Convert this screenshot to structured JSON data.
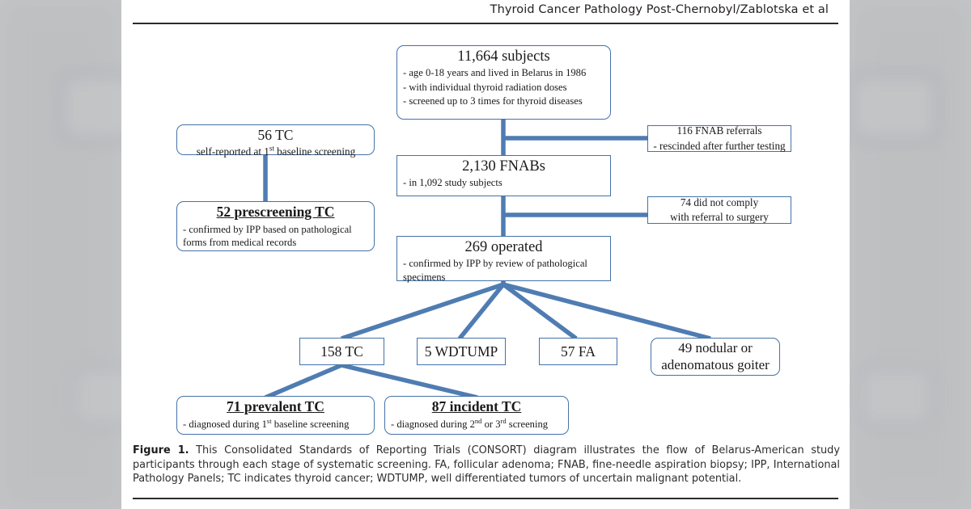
{
  "header": {
    "running_head": "Thyroid Cancer Pathology Post-Chernobyl/Zablotska et al"
  },
  "diagram": {
    "boxes": {
      "subjects": {
        "title": "11,664 subjects",
        "lines": [
          "- age 0-18 years and lived in Belarus in 1986",
          "- with individual thyroid radiation doses",
          "- screened up to 3 times for thyroid diseases"
        ]
      },
      "self_reported_tc": {
        "title": "56 TC",
        "subtitle_pre": "self-reported at 1",
        "subtitle_sup": "st",
        "subtitle_post": " baseline screening"
      },
      "fnab_referrals": {
        "line1": "116 FNAB referrals",
        "line2": "- rescinded after further testing"
      },
      "fnabs": {
        "title": "2,130 FNABs",
        "lines": [
          "- in 1,092 study subjects"
        ]
      },
      "not_comply": {
        "line1": "74 did not comply",
        "line2": "with referral to surgery"
      },
      "prescreening_tc": {
        "title": "52 prescreening TC",
        "lines": [
          "- confirmed by IPP based on pathological forms from medical records"
        ]
      },
      "operated": {
        "title": "269 operated",
        "lines": [
          "- confirmed by IPP by review of pathological specimens"
        ]
      },
      "tc_158": {
        "label": "158 TC"
      },
      "wdtump_5": {
        "label": "5 WDTUMP"
      },
      "fa_57": {
        "label": "57 FA"
      },
      "goiter_49": {
        "line1": "49 nodular or",
        "line2": "adenomatous goiter"
      },
      "prevalent_tc": {
        "title": "71 prevalent TC",
        "sub_pre": "- diagnosed during 1",
        "sub_sup": "st",
        "sub_post": " baseline screening"
      },
      "incident_tc": {
        "title": "87 incident TC",
        "sub_pre": "- diagnosed during 2",
        "sub_sup1": "nd",
        "sub_mid": " or 3",
        "sub_sup2": "rd",
        "sub_post": " screening"
      }
    },
    "colors": {
      "connector": "#4f7cb2",
      "box_border": "#4472a8",
      "rule": "#2b2b2b",
      "page_background": "#ffffff",
      "canvas_background": "#c4c5c7"
    }
  },
  "caption": {
    "label": "Figure 1.",
    "text": " This Consolidated Standards of Reporting Trials (CONSORT) diagram illustrates the flow of Belarus-American study participants through each stage of systematic screening. FA, follicular adenoma; FNAB, fine-needle aspiration biopsy; IPP, International Pathology Panels; TC indicates thyroid cancer; WDTUMP, well differentiated tumors of uncertain malignant potential."
  }
}
